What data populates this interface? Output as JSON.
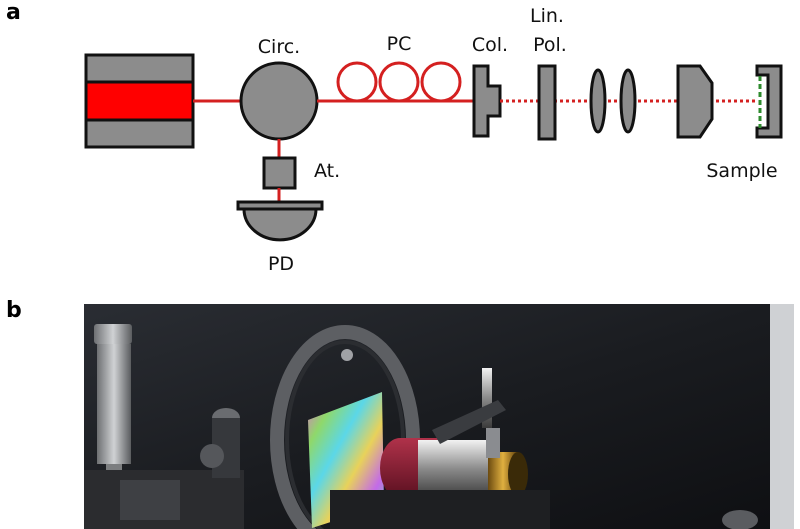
{
  "panels": {
    "a": {
      "letter": "a"
    },
    "b": {
      "letter": "b"
    }
  },
  "labels": {
    "circulator": "Circ.",
    "polarization_controller": "PC",
    "collimator": "Col.",
    "linear_polarizer_line1": "Lin.",
    "linear_polarizer_line2": "Pol.",
    "attenuator": "At.",
    "photodiode": "PD",
    "sample": "Sample"
  },
  "colors": {
    "laser_red": "#ff0000",
    "beam_red": "#d42020",
    "component_gray": "#8c8c8c",
    "outline": "#111111",
    "sample_green": "#2e8b2e"
  }
}
